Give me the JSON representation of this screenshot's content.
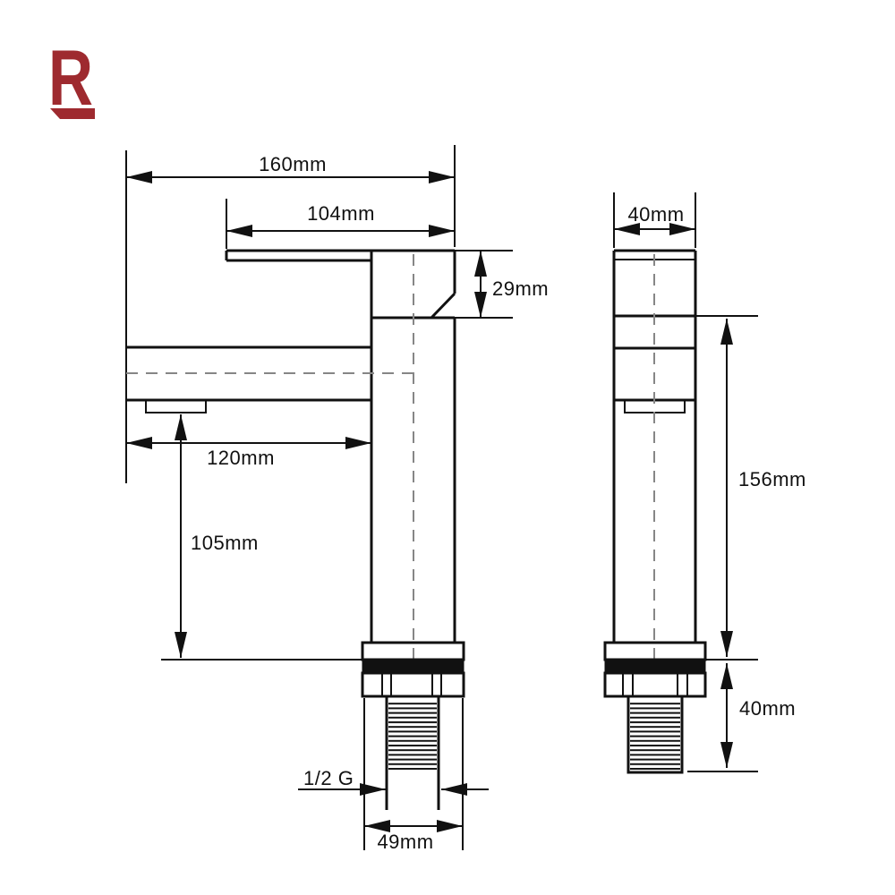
{
  "logo": {
    "letter": "R",
    "color": "#9E2A2F"
  },
  "drawing": {
    "line_color": "#111111",
    "centerline_color": "#868686",
    "background_color": "#ffffff",
    "front_view": {
      "dim_total_reach": "160mm",
      "dim_spout_top": "104mm",
      "dim_head_height": "29mm",
      "dim_spout_reach": "120mm",
      "dim_spout_clearance": "105mm",
      "thread_spec": "1/2 G",
      "dim_base_width": "49mm"
    },
    "side_view": {
      "dim_body_width": "40mm",
      "dim_body_height": "156mm",
      "dim_shank_length": "40mm"
    }
  }
}
